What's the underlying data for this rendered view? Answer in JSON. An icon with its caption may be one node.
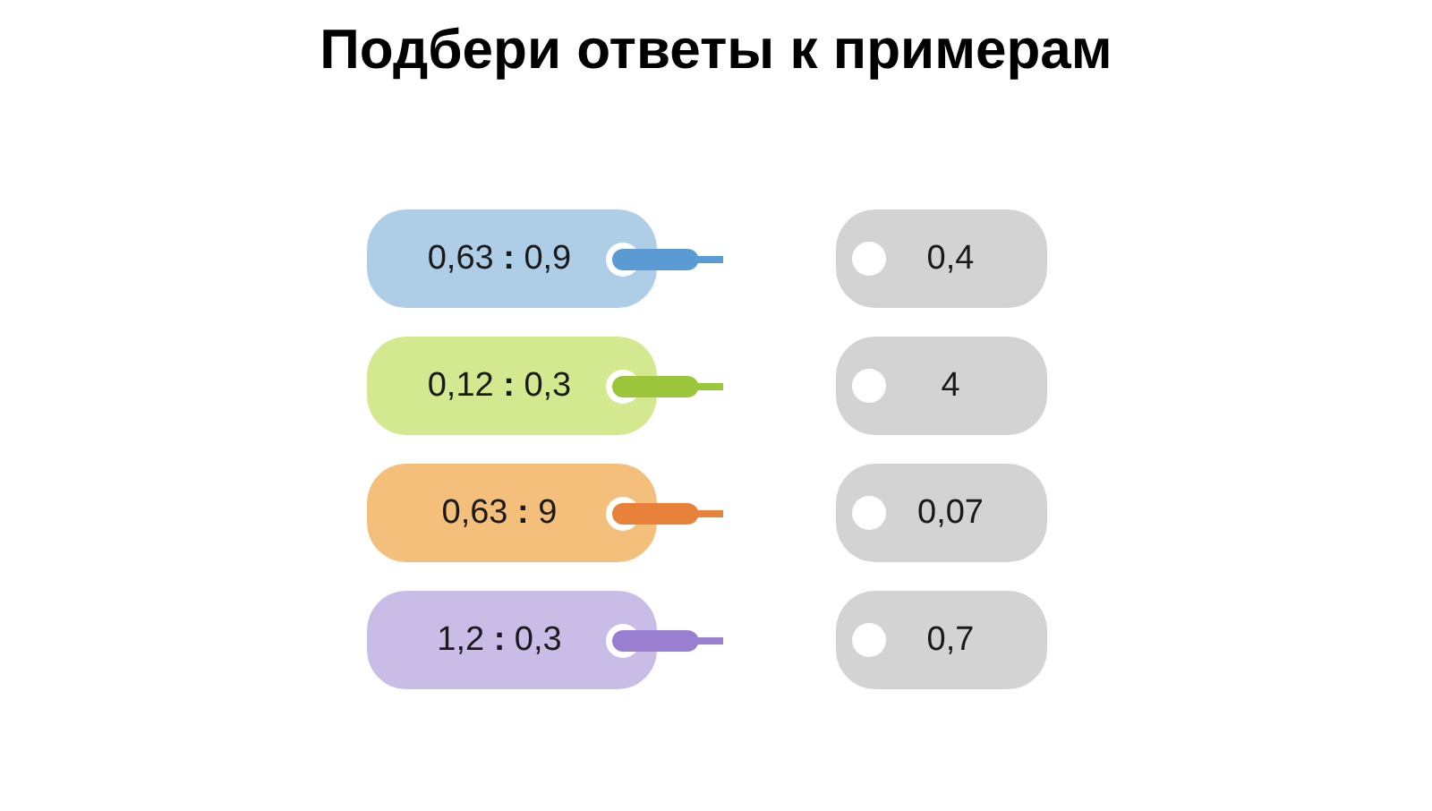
{
  "diagram": {
    "title": "Подбери ответы к примерам",
    "nodes": [
      {
        "text": [
          "0,63 **:** 0,9"
        ]
      },
      {
        "text": [
          "0,12 **:** 0,3"
        ]
      },
      {
        "text": [
          "0,63 **:** 9"
        ]
      },
      {
        "text": [
          "1,2 **:** 0,3"
        ]
      },
      {
        "text": [
          "0,4"
        ]
      },
      {
        "text": [
          "4"
        ]
      },
      {
        "text": [
          "0,07"
        ]
      },
      {
        "text": [
          "0,7"
        ]
      }
    ]
  }
}
